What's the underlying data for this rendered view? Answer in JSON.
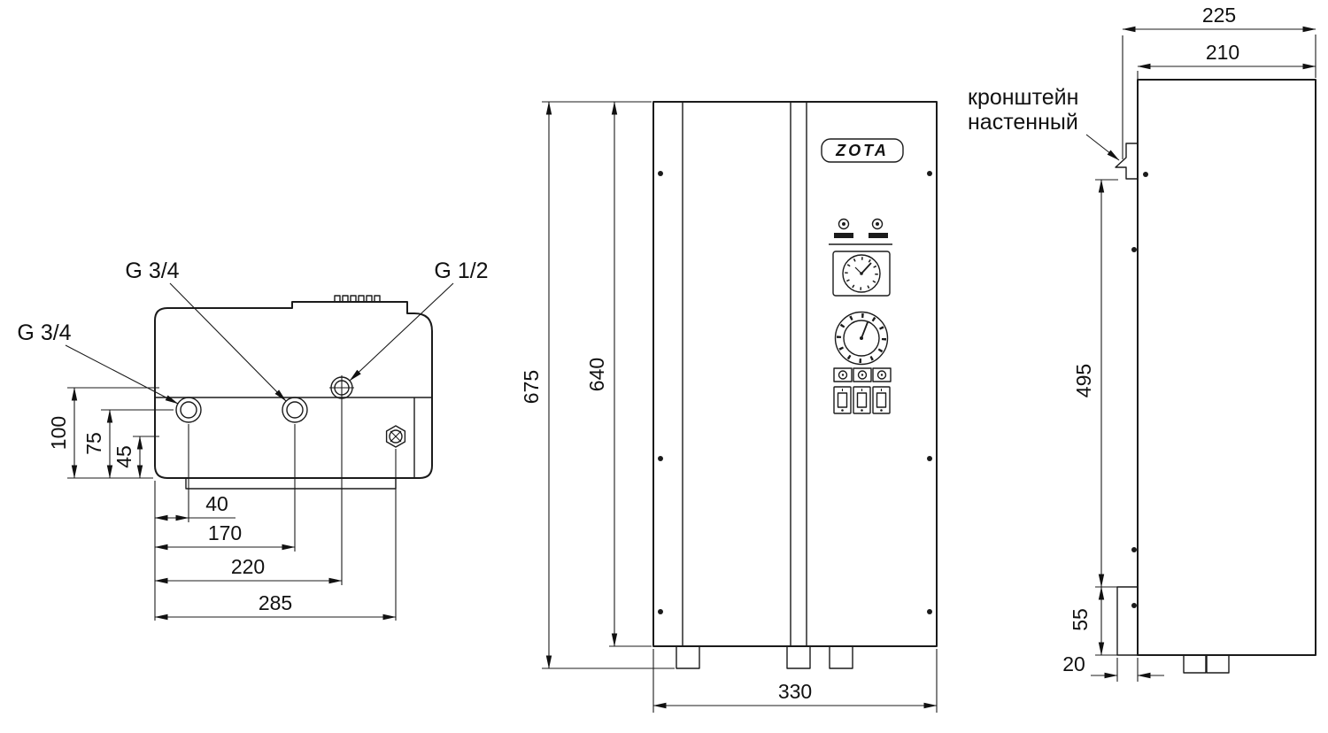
{
  "drawing": {
    "top_view": {
      "port_top_label": "G 3/4",
      "port_left_label": "G 3/4",
      "port_right_label": "G 1/2",
      "dim_100": "100",
      "dim_75": "75",
      "dim_45": "45",
      "dim_40": "40",
      "dim_170": "170",
      "dim_220": "220",
      "dim_285": "285"
    },
    "front_view": {
      "logo": "ZOTA",
      "dim_675": "675",
      "dim_640": "640",
      "dim_330": "330"
    },
    "side_view": {
      "bracket_label_line1": "кронштейн",
      "bracket_label_line2": "настенный",
      "dim_225": "225",
      "dim_210": "210",
      "dim_495": "495",
      "dim_55": "55",
      "dim_20": "20"
    }
  }
}
